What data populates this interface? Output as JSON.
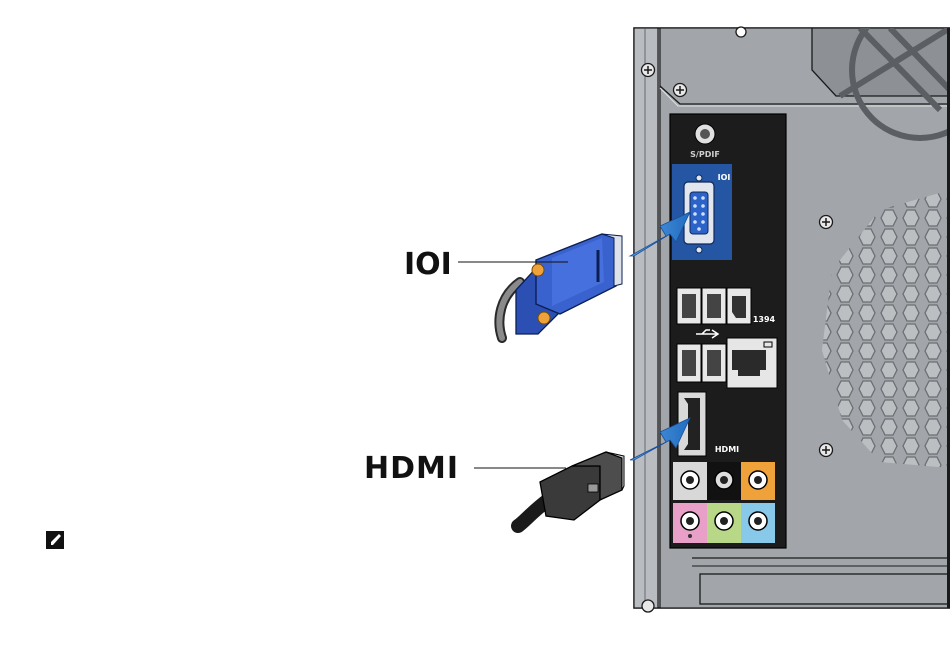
{
  "callouts": {
    "vga_label": "IOI",
    "hdmi_label": "HDMI"
  },
  "panel_labels": {
    "spdif": "S/PDIF",
    "vga": "IOI",
    "firewire": "1394",
    "hdmi": "HDMI"
  },
  "icons": {
    "note": "pencil-note-icon",
    "usb": "usb-icon",
    "network": "network-icon",
    "audio_in": "line-in-icon",
    "audio_out": "line-out-icon",
    "microphone": "microphone-icon"
  },
  "colors": {
    "vga_port": "#2456a4",
    "vga_connector": "#3a5fc8",
    "arrow": "#2a74c8",
    "chassis": "#a3a7ab",
    "io_panel": "#1d1d1d",
    "audio_orange": "#f0a23a",
    "audio_pink": "#e8a0c8",
    "audio_green": "#b8d888",
    "audio_blue": "#88c8e8",
    "audio_black": "#111111",
    "audio_gray": "#d8d8d8"
  }
}
